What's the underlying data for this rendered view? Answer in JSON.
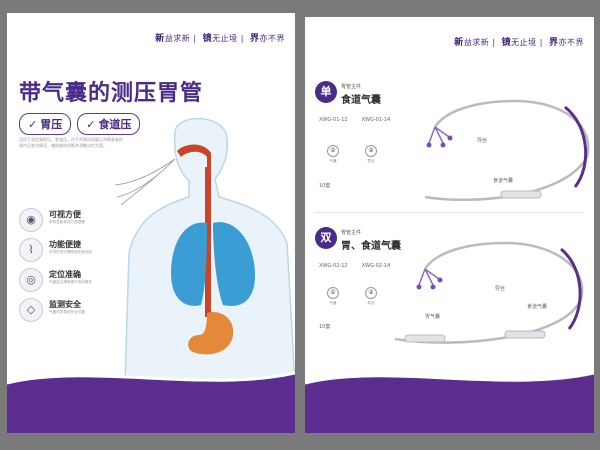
{
  "left": {
    "slogan": [
      {
        "bold": "新",
        "rest": "益求新"
      },
      {
        "bold": "镜",
        "rest": "无止境"
      },
      {
        "bold": "界",
        "rest": "亦不界"
      }
    ],
    "title": "带气囊的测压胃管",
    "chips": [
      "胃压",
      "食道压"
    ],
    "check": "✓",
    "description": "适用于测定胃腔压、食道压，在手术期间测量以判断患者的胃内压变化情况，辅助临床判断并调整治疗方案。",
    "features": [
      {
        "heading": "可视方便",
        "text": "带有显影标线方便观察",
        "icon": "eye-icon",
        "glyph": "◉"
      },
      {
        "heading": "功能便捷",
        "text": "可同时进行胃肠减压和测压",
        "icon": "tube-icon",
        "glyph": "⌇"
      },
      {
        "heading": "定位准确",
        "text": "气囊定位清晰便于临床操作",
        "icon": "target-icon",
        "glyph": "◎"
      },
      {
        "heading": "监测安全",
        "text": "气囊材质柔软安全可靠",
        "icon": "shield-icon",
        "glyph": "◇"
      }
    ]
  },
  "right": {
    "slogan": [
      {
        "bold": "新",
        "rest": "益求新"
      },
      {
        "bold": "镜",
        "rest": "无止境"
      },
      {
        "bold": "界",
        "rest": "亦不界"
      }
    ],
    "products": [
      {
        "badge": "单",
        "sub": "胃管主件",
        "name": "食道气囊",
        "models": [
          "XWG-01-12",
          "XWG-01-14"
        ],
        "icons": [
          {
            "glyph": "①",
            "label": "气囊",
            "icon": "balloon-icon"
          },
          {
            "glyph": "②",
            "label": "导丝",
            "icon": "guide-icon"
          }
        ],
        "pack": "10套",
        "labels": [
          "导丝",
          "食道气囊"
        ]
      },
      {
        "badge": "双",
        "sub": "胃管主件",
        "name": "胃、食道气囊",
        "models": [
          "XWG-02-12",
          "XWG-02-14"
        ],
        "icons": [
          {
            "glyph": "①",
            "label": "气囊",
            "icon": "balloon-icon"
          },
          {
            "glyph": "②",
            "label": "导丝",
            "icon": "guide-icon"
          }
        ],
        "pack": "10套",
        "labels": [
          "导丝",
          "食道气囊",
          "胃气囊"
        ]
      }
    ]
  },
  "colors": {
    "brand_purple": "#4a2c88",
    "wave_purple": "#5b2d8e",
    "body_outline": "#bcd6ea",
    "lung_blue": "#3a9ed4",
    "stomach_orange": "#e38a3a",
    "esophagus_red": "#c8452a"
  }
}
